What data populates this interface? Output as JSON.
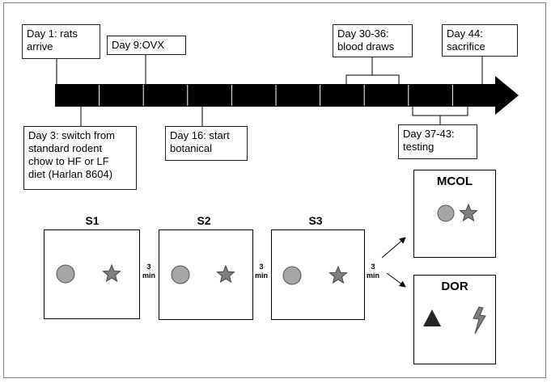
{
  "timeline": {
    "top_events": [
      {
        "label": "Day 1: rats\narrive"
      },
      {
        "label": "Day 9:OVX"
      },
      {
        "label": "Day 30-36:\nblood draws"
      },
      {
        "label": "Day 44:\nsacrifice"
      }
    ],
    "bottom_events": [
      {
        "label": "Day 3: switch from\nstandard rodent\nchow to HF or LF\ndiet (Harlan 8604)"
      },
      {
        "label": "Day 16: start\nbotanical"
      },
      {
        "label": "Day 37-43:\ntesting"
      }
    ],
    "segment_count": 10,
    "color": "#000000"
  },
  "trials": [
    {
      "label": "S1",
      "objects": [
        "circle",
        "star"
      ]
    },
    {
      "label": "S2",
      "objects": [
        "circle",
        "star"
      ]
    },
    {
      "label": "S3",
      "objects": [
        "circle",
        "star"
      ]
    }
  ],
  "intervals": [
    "3\nmin",
    "3\nmin",
    "3\nmin"
  ],
  "tests": [
    {
      "label": "MCOL",
      "objects": [
        "circle",
        "star"
      ]
    },
    {
      "label": "DOR",
      "objects": [
        "triangle",
        "lightning"
      ]
    }
  ],
  "colors": {
    "object_fill": "#a6a6a6",
    "dark_fill": "#262626",
    "border": "#7f7f7f"
  }
}
